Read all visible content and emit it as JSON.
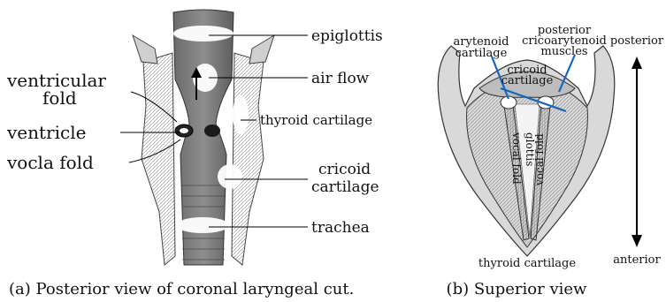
{
  "figure_a": {
    "labels": {
      "epiglottis": "epiglottis",
      "air_flow": "air flow",
      "thyroid_cartilage": "thyroid cartilage",
      "cricoid_line1": "cricoid",
      "cricoid_line2": "cartilage",
      "trachea": "trachea",
      "ventricular_line1": "ventricular",
      "ventricular_line2": "fold",
      "ventricle": "ventricle",
      "vocal_fold": "vocla fold"
    },
    "caption": "(a) Posterior view of coronal laryngeal cut."
  },
  "figure_b": {
    "labels": {
      "arytenoid_line1": "arytenoid",
      "arytenoid_line2": "cartilage",
      "posterior_cricoarytenoid_line1": "posterior",
      "posterior_cricoarytenoid_line2": "cricoarytenoid",
      "posterior_cricoarytenoid_line3": "muscles",
      "cricoid_line1": "cricoid",
      "cricoid_line2": "cartilage",
      "glottis": "glottis",
      "vocal_fold_left": "vocal fold",
      "vocal_fold_right": "vocal fold",
      "thyroid_cartilage": "thyroid cartilage",
      "posterior": "posterior",
      "anterior": "anterior"
    },
    "caption": "(b) Superior view"
  },
  "colors": {
    "annotation_line": "#1565c0",
    "tissue": "#555555"
  }
}
